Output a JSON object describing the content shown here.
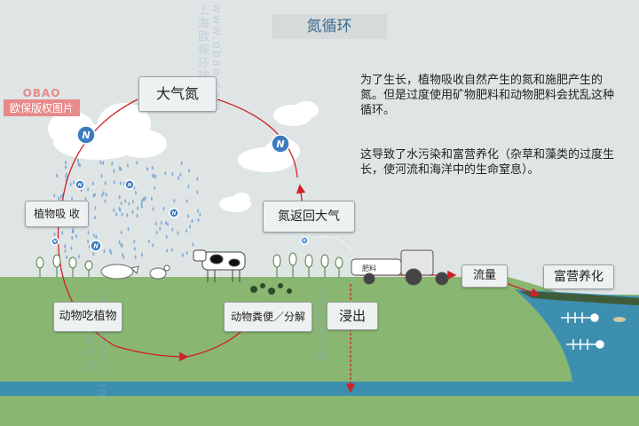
{
  "title": "氮循环",
  "description": [
    "为了生长，植物吸收自然产生的氮和施肥产生的氮。但是过度使用矿物肥料和动物肥料会扰乱这种循环。",
    "这导致了水污染和富营养化（杂草和藻类的过度生长，使河流和海洋中的生命窒息）。"
  ],
  "labels": {
    "atmospheric_nitrogen": "大气氮",
    "plant_uptake": "植物吸 收",
    "nitrogen_return": "氮返回大气",
    "animals_eat_plants": "动物吃植物",
    "manure_decomposition": "动物粪便／分解",
    "leaching": "浸出",
    "runoff": "流量",
    "eutrophication": "富营养化"
  },
  "nitrogen_symbol": "N",
  "fertilizer_label": "肥料",
  "watermark": {
    "logo_top": "OBAO",
    "logo_bottom": "欧保版权图片",
    "text_cn": "上海欧保环球",
    "text_url": "www.obao.com"
  },
  "colors": {
    "background": "#dfe5e5",
    "ground": "#89b671",
    "water": "#3d8fb0",
    "cycle_arrow": "#d0202a",
    "title_text": "#3e6c8e",
    "rain": "#7fa9d4"
  }
}
